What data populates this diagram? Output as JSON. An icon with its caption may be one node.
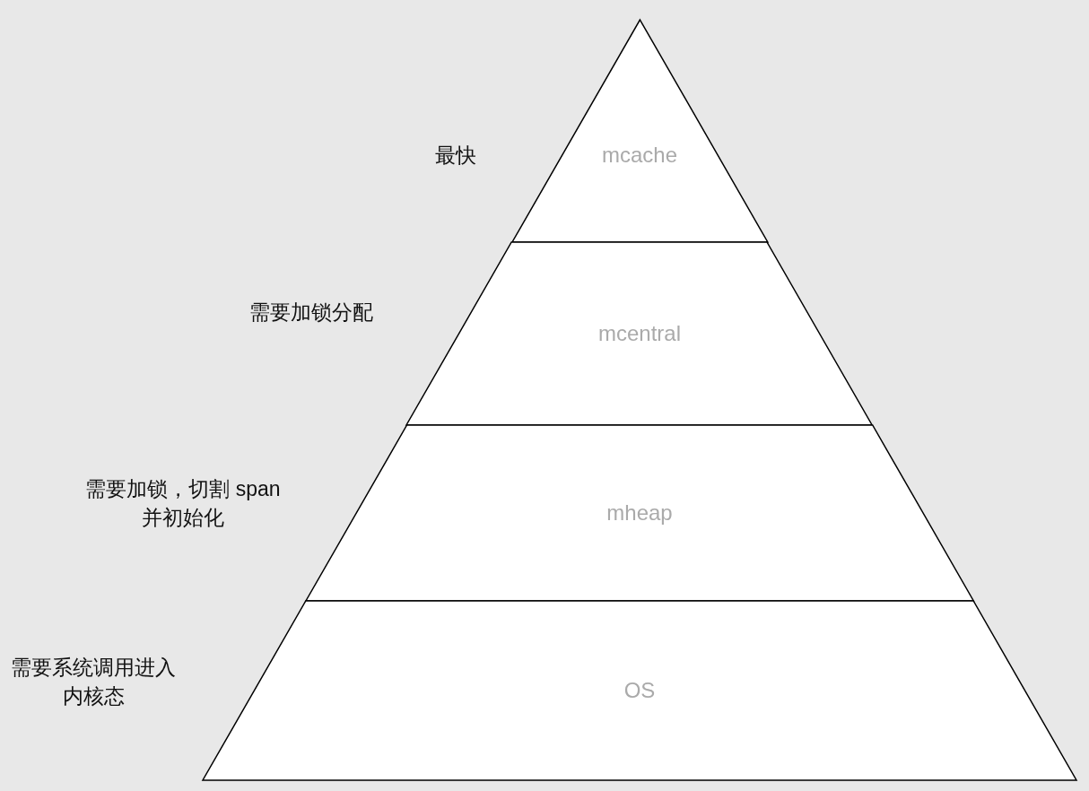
{
  "diagram": {
    "nodes": [
      {
        "text": [
          "mcache"
        ],
        "beside": [
          "最快"
        ]
      },
      {
        "text": [
          "mcentral"
        ],
        "beside": [
          "需要加锁分配"
        ]
      },
      {
        "text": [
          "mheap"
        ],
        "beside": [
          "需要加锁，切割 span 并初始化"
        ]
      },
      {
        "text": [
          "OS"
        ],
        "beside": [
          "需要系统调用进入内核态"
        ]
      }
    ]
  }
}
